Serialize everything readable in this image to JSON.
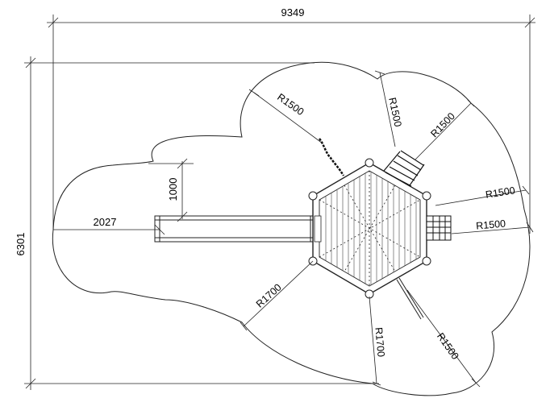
{
  "dimensions": {
    "overall_width": "9349",
    "overall_height": "6301",
    "slide_width": "1000",
    "slide_length": "2027"
  },
  "radii": {
    "top_left": "R1500",
    "top_center": "R1500",
    "top_right": "R1500",
    "right_upper": "R1500",
    "right_lower": "R1500",
    "bottom_left": "R1700",
    "bottom_center": "R1700",
    "bottom_right": "R1500"
  }
}
